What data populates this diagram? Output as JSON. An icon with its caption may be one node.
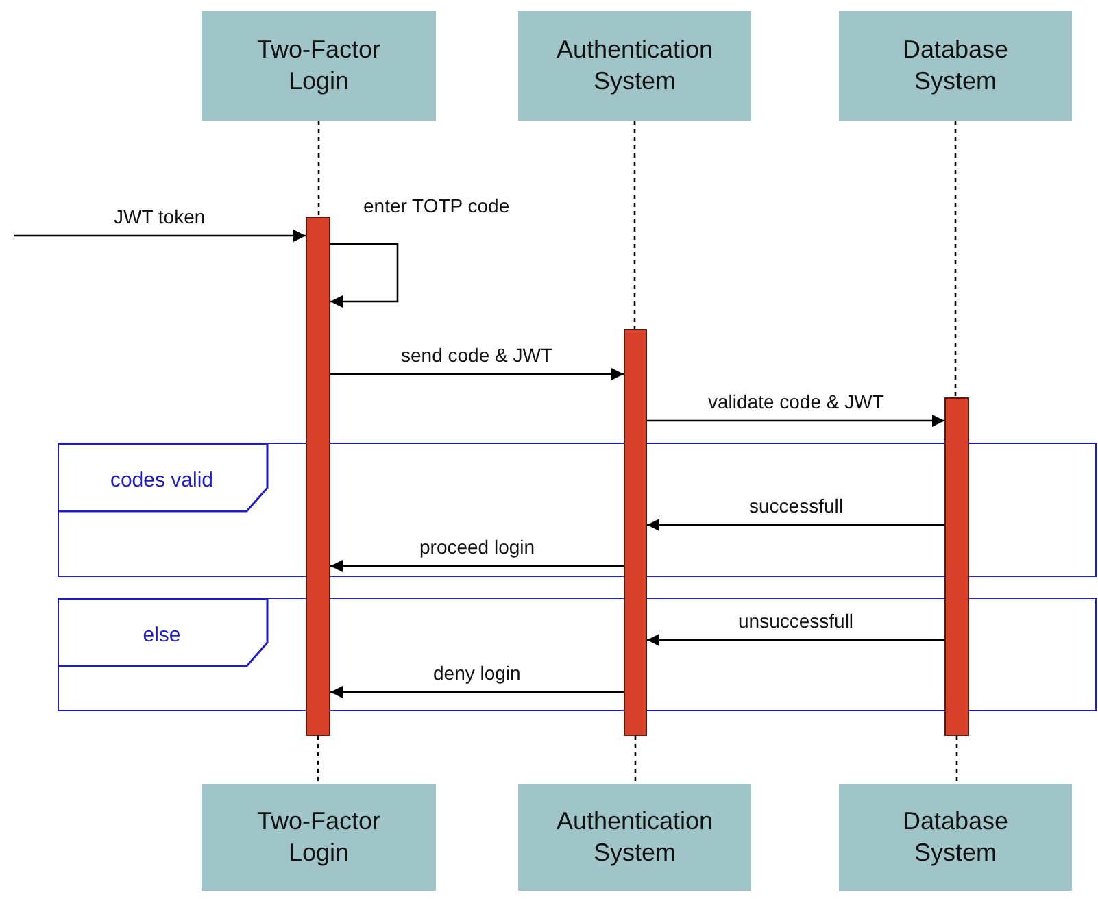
{
  "diagram": {
    "nodes": [
      {
        "text": [
          "Two-Factor Login"
        ]
      },
      {
        "text": [
          "Authentication System"
        ]
      },
      {
        "text": [
          "Database System"
        ]
      },
      {
        "text": [
          "Two-Factor Login"
        ]
      },
      {
        "text": [
          "Authentication System"
        ]
      },
      {
        "text": [
          "Database System"
        ]
      },
      {
        "text": [],
        "shape": "bar"
      },
      {
        "text": [],
        "shape": "bar"
      },
      {
        "text": [],
        "shape": "bar"
      }
    ],
    "labels": [
      "codes valid",
      "else"
    ],
    "edges": [
      {
        "from": 0,
        "to": 6,
        "arrow": "none",
        "style": "dashed"
      },
      {
        "from": 6,
        "to": 3,
        "arrow": "none",
        "style": "dashed"
      },
      {
        "from": 1,
        "to": 7,
        "arrow": "none",
        "style": "dashed"
      },
      {
        "from": 7,
        "to": 4,
        "arrow": "none",
        "style": "dashed"
      },
      {
        "from": 2,
        "to": 8,
        "arrow": "none",
        "style": "dashed"
      },
      {
        "from": 8,
        "to": 5,
        "arrow": "none",
        "style": "dashed"
      },
      {
        "from": null,
        "to": 6,
        "arrow": "to",
        "label": "JWT token"
      },
      {
        "from": 6,
        "to": 6,
        "arrow": "to",
        "label": "enter TOTP code"
      },
      {
        "from": 6,
        "to": 7,
        "arrow": "to",
        "label": "send code & JWT"
      },
      {
        "from": 7,
        "to": 8,
        "arrow": "to",
        "label": "validate code & JWT"
      },
      {
        "from": 8,
        "to": 7,
        "arrow": "to",
        "label": "successfull"
      },
      {
        "from": 7,
        "to": 6,
        "arrow": "to",
        "label": "proceed login"
      },
      {
        "from": 8,
        "to": 7,
        "arrow": "to",
        "label": "unsuccessfull"
      },
      {
        "from": 7,
        "to": 6,
        "arrow": "to",
        "label": "deny login"
      }
    ]
  }
}
